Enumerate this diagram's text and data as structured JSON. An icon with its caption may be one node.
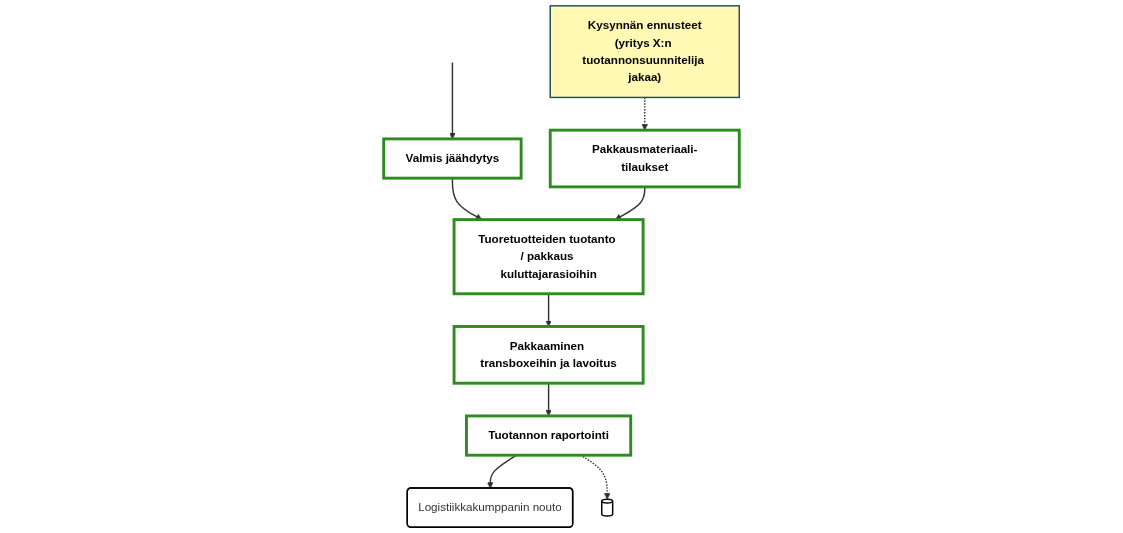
{
  "diagram": {
    "nodes": [
      {
        "text": [
          "Kysynnän ennusteet",
          "(yritys X:n tuotannonsuunnitelija jakaa)"
        ]
      },
      {
        "text": [
          "Valmis jäähdytys"
        ]
      },
      {
        "text": [
          "Pakkausmateriaali-tilaukset"
        ]
      },
      {
        "text": [
          "Tuoretuotteiden tuotanto / pakkaus kuluttajarasioihin"
        ]
      },
      {
        "text": [
          "Pakkaaminen transboxeihin ja lavoitus"
        ]
      },
      {
        "text": [
          "Logistiikkakumppanin nouto"
        ]
      },
      {
        "text": [
          "Tuotannon raportointi"
        ]
      },
      {
        "text": [],
        "shape": "cylinder"
      }
    ],
    "edges": [
      {
        "from": null,
        "to": 1,
        "arrow": "to"
      },
      {
        "from": 0,
        "to": 2,
        "arrow": "to",
        "style": "dashed"
      },
      {
        "from": 1,
        "to": 3,
        "arrow": "to"
      },
      {
        "from": 2,
        "to": 3,
        "arrow": "to"
      },
      {
        "from": 3,
        "to": 4,
        "arrow": "to"
      },
      {
        "from": 4,
        "to": 6,
        "arrow": "to"
      },
      {
        "from": 6,
        "to": 5,
        "arrow": "to"
      },
      {
        "from": 6,
        "to": 7,
        "arrow": "to",
        "style": "dashed"
      }
    ]
  }
}
